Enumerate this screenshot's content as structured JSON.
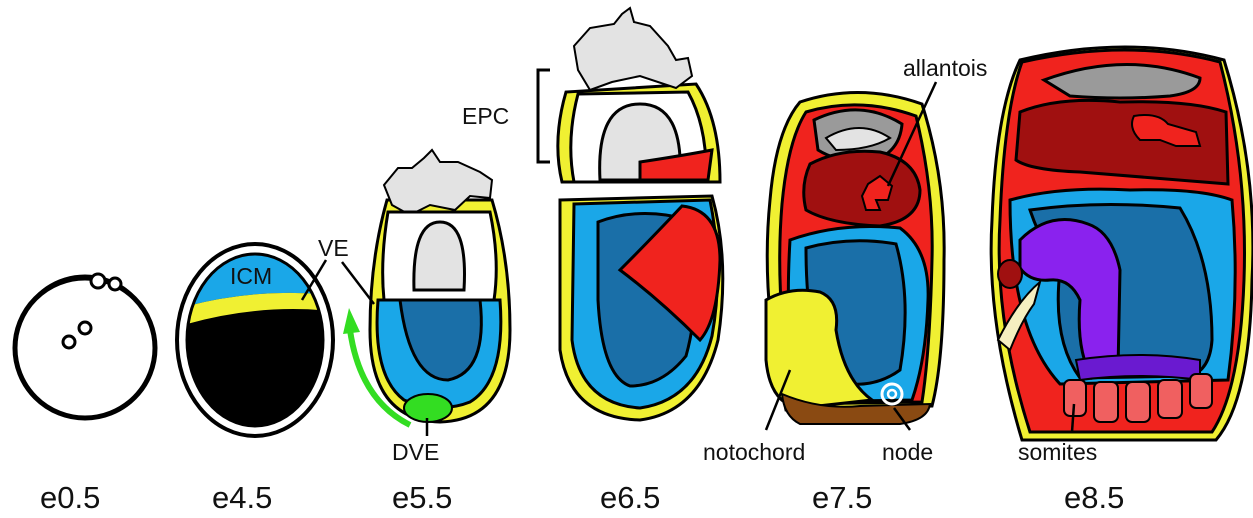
{
  "colors": {
    "black": "#000000",
    "yellow": "#f0f032",
    "cyan": "#1aa7e8",
    "blue": "#1a6fa8",
    "red": "#f0231e",
    "darkred": "#a01010",
    "gray": "#e3e3e3",
    "midgray": "#9a9a9a",
    "green": "#33dd22",
    "brown": "#8a4a12",
    "purple": "#8a22ee",
    "pink": "#f06060",
    "cream": "#f5efc0"
  },
  "stages": [
    "e0.5",
    "e4.5",
    "e5.5",
    "e6.5",
    "e7.5",
    "e8.5"
  ],
  "labels": {
    "icm": "ICM",
    "ve": "VE",
    "dve": "DVE",
    "epc": "EPC",
    "allantois": "allantois",
    "notochord": "notochord",
    "node": "node",
    "somites": "somites"
  }
}
